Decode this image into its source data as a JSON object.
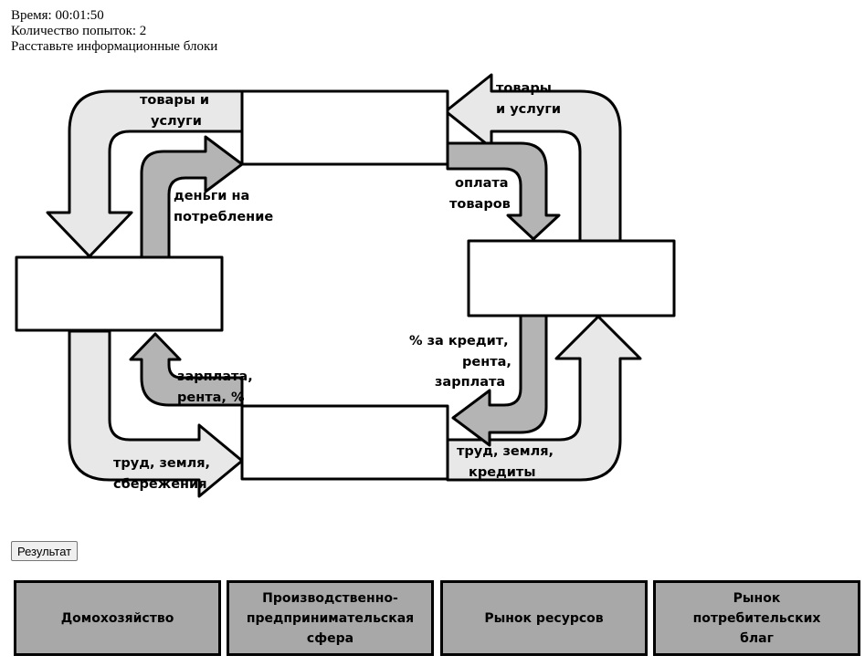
{
  "header": {
    "time_text": "Время: 00:01:50",
    "attempts_text": "Количество попыток: 2",
    "instruction": "Расставьте информационные блоки"
  },
  "diagram": {
    "labels": {
      "top_left_1": "товары и",
      "top_left_2": "услуги",
      "top_right_1": "товары",
      "top_right_2": "и услуги",
      "money_1": "деньги на",
      "money_2": "потребление",
      "payment_1": "оплата",
      "payment_2": "товаров",
      "credit_1": "% за кредит,",
      "credit_2": "рента,",
      "credit_3": "зарплата",
      "salary_1": "зарплата,",
      "salary_2": "рента, %",
      "labor_left_1": "труд, земля,",
      "labor_left_2": "сбережения",
      "labor_right_1": "труд, земля,",
      "labor_right_2": "кредиты"
    },
    "colors": {
      "light_arrow": "#e8e8e8",
      "dark_arrow": "#b4b4b4",
      "stroke": "#000000"
    }
  },
  "button": {
    "result_label": "Результат"
  },
  "blocks": [
    {
      "label": "Домохозяйство"
    },
    {
      "label": "Производственно-\nпредпринимательская\nсфера"
    },
    {
      "label": "Рынок ресурсов"
    },
    {
      "label": "Рынок\nпотребительских\nблаг"
    }
  ]
}
